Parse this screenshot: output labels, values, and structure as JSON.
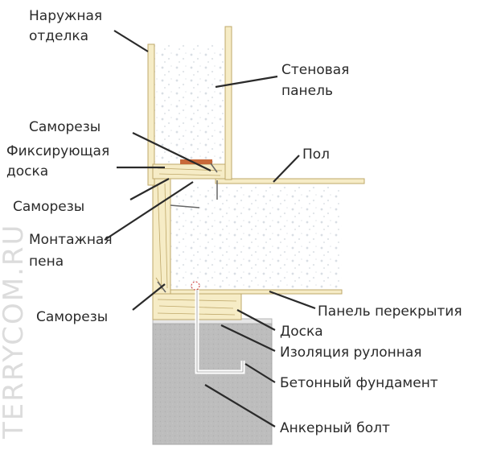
{
  "watermark": "TERRYCOM.RU",
  "labels": {
    "outer_finish_1": "Наружная",
    "outer_finish_2": "отделка",
    "wall_panel_1": "Стеновая",
    "wall_panel_2": "панель",
    "screws_top": "Саморезы",
    "fixing_board_1": "Фиксирующая",
    "fixing_board_2": "доска",
    "floor": "Пол",
    "screws_mid": "Саморезы",
    "mounting_foam_1": "Монтажная",
    "mounting_foam_2": "пена",
    "screws_bottom": "Саморезы",
    "floor_panel": "Панель перекрытия",
    "board": "Доска",
    "roll_insulation": "Изоляция рулонная",
    "concrete_foundation": "Бетонный фундамент",
    "anchor_bolt": "Анкерный болт"
  },
  "colors": {
    "wood": "#f6ecc6",
    "wood_edge": "#bfa86a",
    "concrete": "#bdbdbd",
    "screw": "#c8693a",
    "text": "#2a2a2a"
  }
}
